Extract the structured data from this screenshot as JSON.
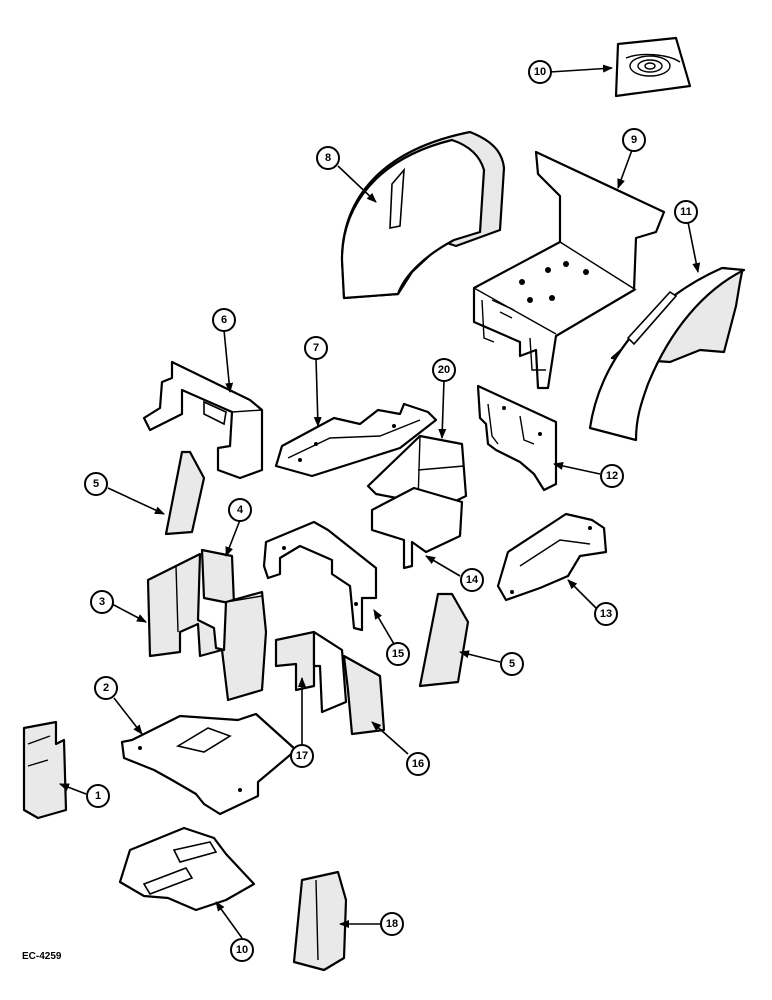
{
  "reference_code": "EC-4259",
  "callouts": {
    "c1": "1",
    "c2": "2",
    "c3": "3",
    "c4": "4",
    "c5a": "5",
    "c5b": "5",
    "c6": "6",
    "c7": "7",
    "c8": "8",
    "c9": "9",
    "c10a": "10",
    "c10b": "10",
    "c11": "11",
    "c12": "12",
    "c13": "13",
    "c14": "14",
    "c15": "15",
    "c16": "16",
    "c17": "17",
    "c18": "18",
    "c20": "20"
  },
  "colors": {
    "line": "#000000",
    "background": "#ffffff",
    "shade": "#e9e9e9"
  }
}
